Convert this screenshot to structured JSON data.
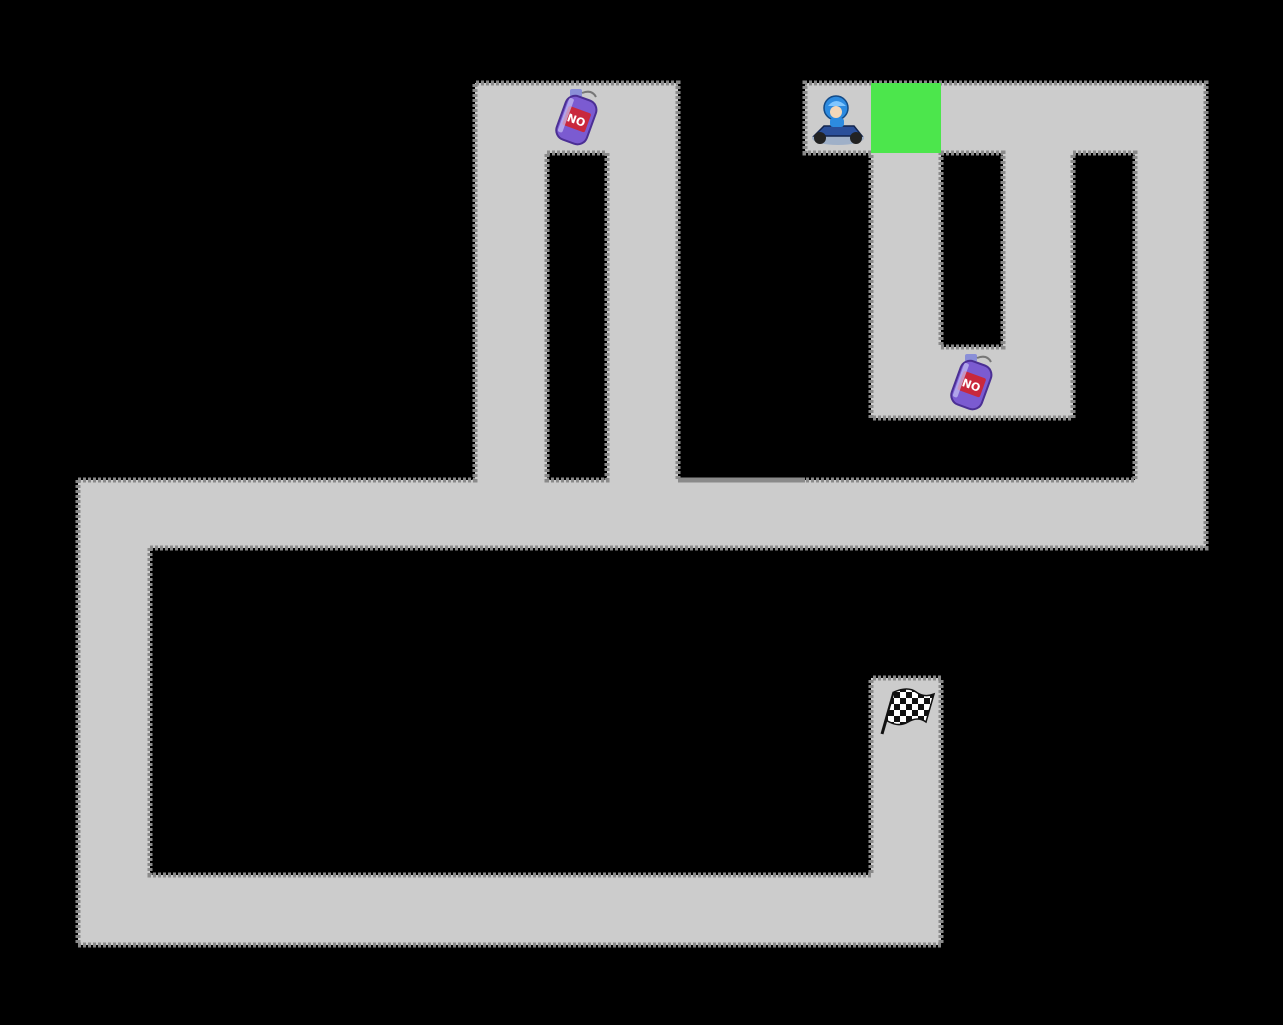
{
  "game": {
    "type": "grid-racing-maze",
    "colors": {
      "background": "#000000",
      "track": "#cccccc",
      "track_border": "#8a8a8a",
      "highlight": "#4ce64c"
    },
    "items": [
      {
        "kind": "nitro-canister",
        "icon": "nitro-bottle-icon",
        "label": "NO"
      },
      {
        "kind": "nitro-canister",
        "icon": "nitro-bottle-icon",
        "label": "NO"
      }
    ],
    "player": {
      "icon": "kart-racer-icon"
    },
    "goal": {
      "icon": "checkered-flag-icon"
    }
  }
}
